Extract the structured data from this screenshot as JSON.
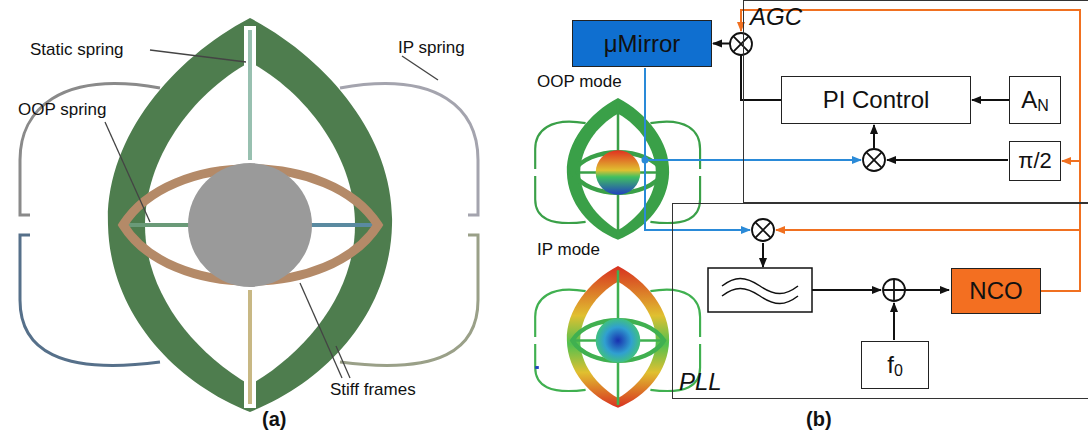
{
  "diagram": {
    "nodes": [
      {
        "text": [
          "AGC"
        ]
      },
      {
        "text": [
          "PLL"
        ]
      },
      {
        "text": [
          "μMirror"
        ]
      },
      {
        "text": [
          "PI Control"
        ],
        "in": 0
      },
      {
        "text": [
          "A",
          "N"
        ],
        "in": 0
      },
      {
        "text": [
          "π/2"
        ],
        "in": 0
      },
      {
        "text": [
          "f",
          "0"
        ],
        "in": 1
      },
      {
        "text": [
          "NCO"
        ],
        "in": 1
      }
    ],
    "edges": [
      {
        "from": 4,
        "to": 3,
        "arrow": "to"
      },
      {
        "from": 3,
        "to": 2,
        "arrow": "to"
      },
      {
        "from": 7,
        "to": 5,
        "arrow": "to"
      }
    ],
    "labels": [
      "Static spring",
      "OOP spring",
      "IP spring",
      "Stiff frames",
      "OOP mode",
      "IP mode",
      "(a)",
      "(b)"
    ]
  }
}
